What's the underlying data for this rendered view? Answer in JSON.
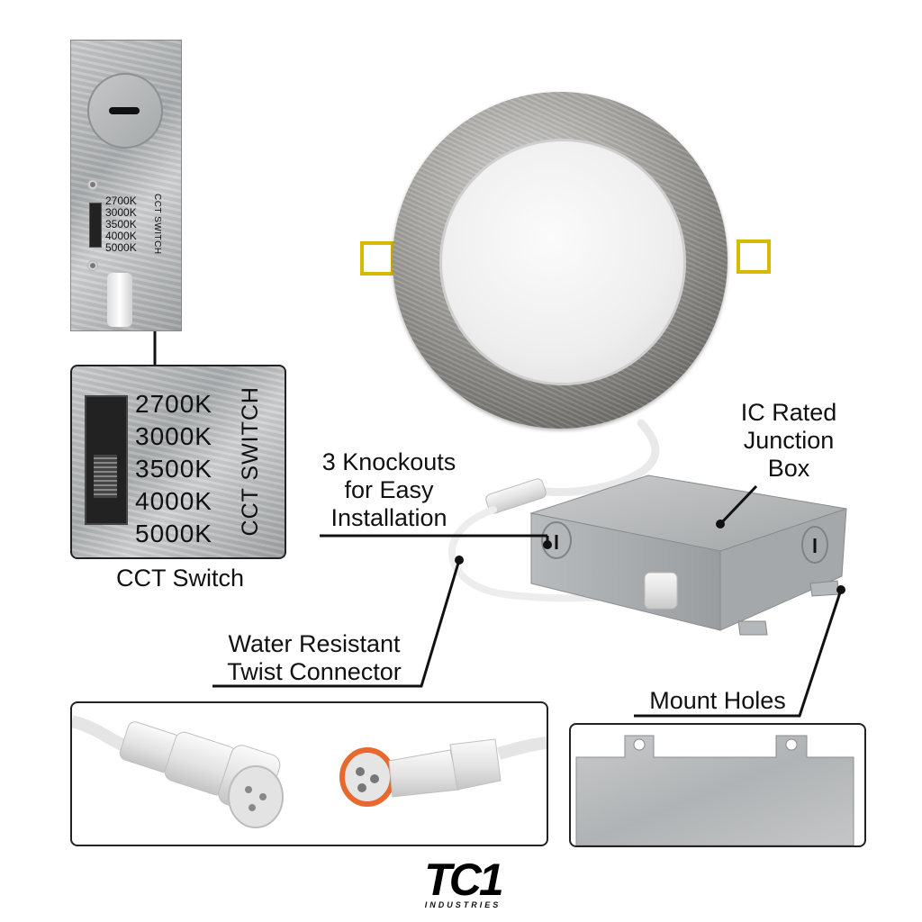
{
  "plate": {
    "cct_options": [
      "2700K",
      "3000K",
      "3500K",
      "4000K",
      "5000K"
    ],
    "switch_title": "CCT SWITCH"
  },
  "zoom": {
    "cct_options": [
      "2700K",
      "3000K",
      "3500K",
      "4000K",
      "5000K"
    ],
    "switch_title": "CCT SWITCH"
  },
  "labels": {
    "cct_switch": "CCT Switch",
    "ic_rated": [
      "IC Rated",
      "Junction",
      "Box"
    ],
    "knockouts": [
      "3 Knockouts",
      "for Easy",
      "Installation"
    ],
    "water_resistant": [
      "Water Resistant",
      "Twist Connector"
    ],
    "mount_holes": "Mount Holes"
  },
  "logo": {
    "mark": "TC1",
    "subtitle": "INDUSTRIES"
  },
  "colors": {
    "clip": "#d7b900",
    "seal_ring": "#e8692e",
    "metal": "#b4b7b9"
  }
}
